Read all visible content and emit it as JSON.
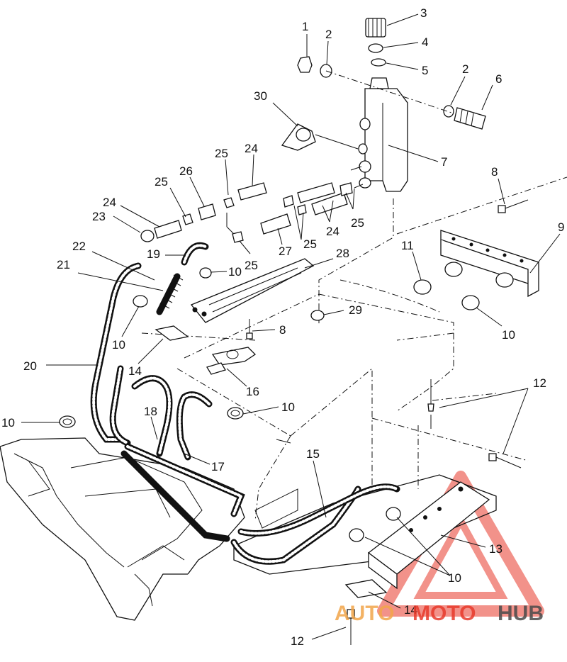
{
  "callouts": [
    {
      "id": "c-1",
      "text": "1"
    },
    {
      "id": "c-2a",
      "text": "2"
    },
    {
      "id": "c-3",
      "text": "3"
    },
    {
      "id": "c-4",
      "text": "4"
    },
    {
      "id": "c-5",
      "text": "5"
    },
    {
      "id": "c-2b",
      "text": "2"
    },
    {
      "id": "c-6",
      "text": "6"
    },
    {
      "id": "c-30",
      "text": "30"
    },
    {
      "id": "c-7",
      "text": "7"
    },
    {
      "id": "c-25a",
      "text": "25"
    },
    {
      "id": "c-24a",
      "text": "24"
    },
    {
      "id": "c-8a",
      "text": "8"
    },
    {
      "id": "c-9",
      "text": "9"
    },
    {
      "id": "c-26",
      "text": "26"
    },
    {
      "id": "c-25b",
      "text": "25"
    },
    {
      "id": "c-24b",
      "text": "24"
    },
    {
      "id": "c-23",
      "text": "23"
    },
    {
      "id": "c-24c",
      "text": "24"
    },
    {
      "id": "c-25c",
      "text": "25"
    },
    {
      "id": "c-25d",
      "text": "25"
    },
    {
      "id": "c-27",
      "text": "27"
    },
    {
      "id": "c-25e",
      "text": "25"
    },
    {
      "id": "c-28",
      "text": "28"
    },
    {
      "id": "c-11",
      "text": "11"
    },
    {
      "id": "c-22",
      "text": "22"
    },
    {
      "id": "c-19",
      "text": "19"
    },
    {
      "id": "c-10a",
      "text": "10"
    },
    {
      "id": "c-21",
      "text": "21"
    },
    {
      "id": "c-10b",
      "text": "10"
    },
    {
      "id": "c-29",
      "text": "29"
    },
    {
      "id": "c-10c",
      "text": "10"
    },
    {
      "id": "c-8b",
      "text": "8"
    },
    {
      "id": "c-20",
      "text": "20"
    },
    {
      "id": "c-14a",
      "text": "14"
    },
    {
      "id": "c-16",
      "text": "16"
    },
    {
      "id": "c-12a",
      "text": "12"
    },
    {
      "id": "c-10d",
      "text": "10"
    },
    {
      "id": "c-10e",
      "text": "10"
    },
    {
      "id": "c-18",
      "text": "18"
    },
    {
      "id": "c-17",
      "text": "17"
    },
    {
      "id": "c-15",
      "text": "15"
    },
    {
      "id": "c-13",
      "text": "13"
    },
    {
      "id": "c-10f",
      "text": "10"
    },
    {
      "id": "c-14b",
      "text": "14"
    },
    {
      "id": "c-12b",
      "text": "12"
    }
  ],
  "watermark": {
    "brand_part1": "AUTO",
    "brand_part2": "MOTO",
    "brand_part3": "HUB",
    "color_primary": "#e83a2c",
    "color_secondary": "#f2a54a",
    "color_text_dark": "#4a4a4a"
  }
}
